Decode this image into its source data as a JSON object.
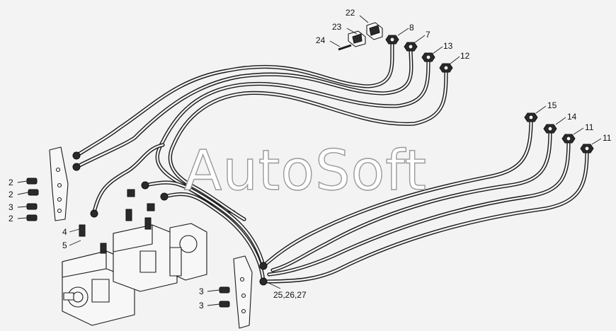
{
  "watermark": "AutoSoft",
  "callouts": [
    {
      "id": "c22",
      "text": "22"
    },
    {
      "id": "c23",
      "text": "23"
    },
    {
      "id": "c24",
      "text": "24"
    },
    {
      "id": "c8",
      "text": "8"
    },
    {
      "id": "c7",
      "text": "7"
    },
    {
      "id": "c13",
      "text": "13"
    },
    {
      "id": "c12",
      "text": "12"
    },
    {
      "id": "c15",
      "text": "15"
    },
    {
      "id": "c14",
      "text": "14"
    },
    {
      "id": "c11a",
      "text": "11"
    },
    {
      "id": "c11b",
      "text": "11"
    },
    {
      "id": "c2a",
      "text": "2"
    },
    {
      "id": "c2b",
      "text": "2"
    },
    {
      "id": "c3a",
      "text": "3"
    },
    {
      "id": "c2c",
      "text": "2"
    },
    {
      "id": "c4",
      "text": "4"
    },
    {
      "id": "c5",
      "text": "5"
    },
    {
      "id": "c3b",
      "text": "3"
    },
    {
      "id": "c3c",
      "text": "3"
    },
    {
      "id": "c252627",
      "text": "25,26,27"
    }
  ]
}
